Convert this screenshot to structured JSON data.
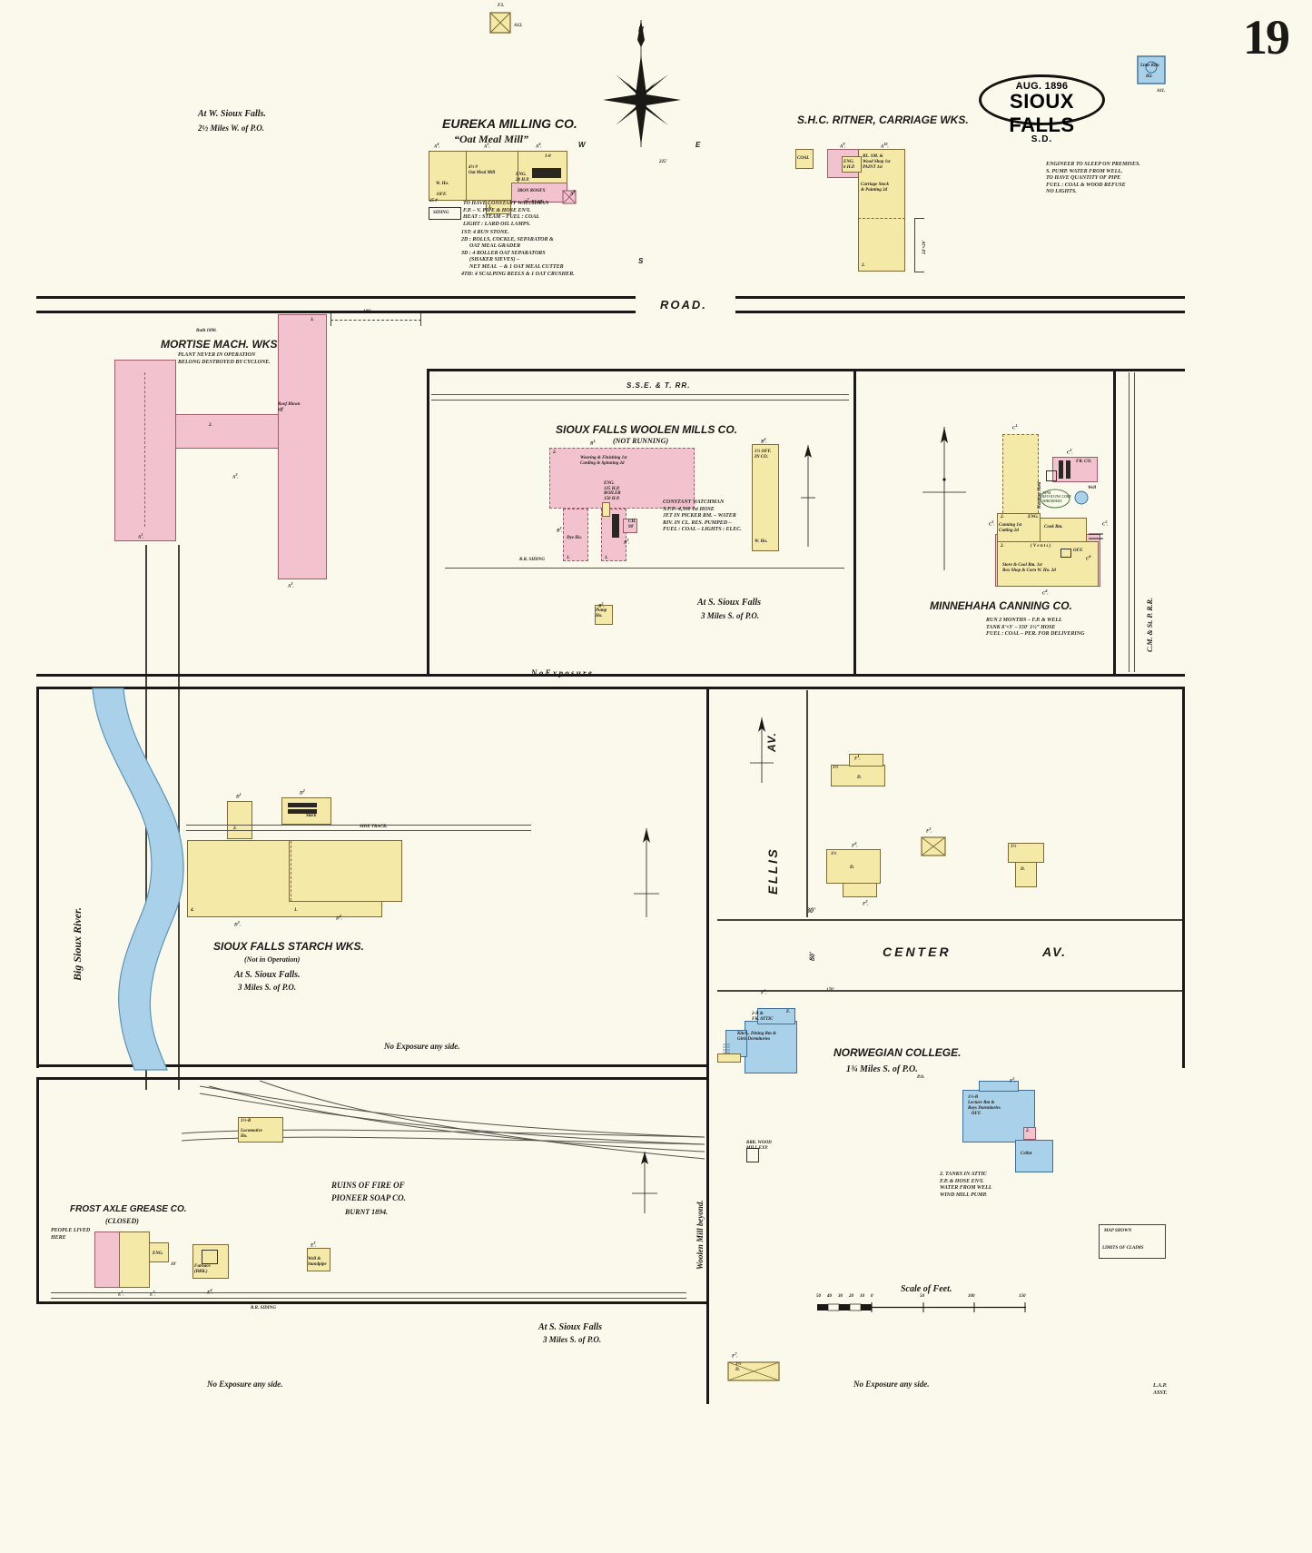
{
  "sheet": {
    "page_number": "19",
    "title": {
      "date": "AUG. 1896",
      "city": "SIOUX FALLS",
      "state": "S.D."
    },
    "corner_key": {
      "label": "Lime Kiln",
      "ref1": "H2.",
      "ref2": "A11."
    }
  },
  "sections": {
    "west_sioux_falls": {
      "line1": "At W. Sioux Falls.",
      "line2": "2½ Miles W. of P.O."
    },
    "eureka_milling": {
      "title": "EUREKA MILLING CO.",
      "subtitle": "“Oat Meal Mill”",
      "refs": [
        "A4.",
        "A5.",
        "A6.",
        "A7.",
        "A8."
      ],
      "rooms": [
        "4½ #\nOat Meal Mill",
        "W. Ho.",
        "OFF.",
        "25 #",
        "1-8",
        "ENG.\n20 H.P.",
        "IRON ROOFS",
        "A3 - FLAT.",
        "SIDING"
      ],
      "note": "TO HAVE CONSTANT WATCHMAN\nF.P. – V. PIPE & HOSE EN²L\nHEAT : STEAM – FUEL : COAL\nLIGHT : LARD OIL LAMPS.",
      "floor_note": "1ST: 4 RUN STONE.\n2D : ROLLS, COCKLE, SEPARATOR &\n      OAT MEAL GRADER\n3D : 4 ROLLER OAT SEPARATORS\n      (SHAKER SIEVES) –\n      NET MEAL  – & 1 OAT MEAL CUTTER\n4TH: 4 SCALPING REELS & 1 OAT CRUSHER."
    },
    "ritner_carriage": {
      "title": "S.H.C. RITNER, CARRIAGE WKS.",
      "refs": [
        "A9.",
        "A10.",
        "B1.",
        "B2."
      ],
      "rooms": [
        "COAL",
        "ENG.\n6 H.P.",
        "BL. SM. &\nWood Shop 1st\nPAINT 1st",
        "Carriage Stock\n& Painting 2d"
      ],
      "note": "ENGINEER TO SLEEP ON PREMISES.\nS. PUMP. WATER FROM WELL.\nTO HAVE QUANTITY OF PIPE\nFUEL : COAL & WOOD REFUSE\nNO LIGHTS."
    },
    "road_label": "ROAD.",
    "mortise": {
      "built": "Built 1890.",
      "title": "MORTISE MACH. WKS.",
      "note": "PLANT NEVER IN OPERATION\nBELONG DESTROYED BY CYCLONE.",
      "refs": [
        "A1.",
        "A2.",
        "A3.",
        "2.",
        "3."
      ],
      "roof_note": "ROOF BLOWN\nOFF",
      "dimension": "100'"
    },
    "woolen_mills": {
      "rr_label": "S.S.E. & T. RR.",
      "title": "SIOUX FALLS WOOLEN MILLS CO.",
      "status": "(NOT RUNNING)",
      "refs": [
        "B1.",
        "B2.",
        "B3.",
        "B4.",
        "B5."
      ],
      "rooms": [
        "Weaving & Finishing 1st\nCarding & Spinning 2d",
        "Dye Ho.",
        "W. Ho.",
        "1½ OFF.\nIN CO.",
        "Engine\n125 H.P.\nBoiler\n150 H.P.",
        "CH.\n90'",
        "Pump\nHo."
      ],
      "note": "CONSTANT WATCHMAN\nS.F.P.–4,500 1st HOSE\nJET IN PICKER RM. – WATER\nRIV. IN CL. RES. PUMPED –\nFUEL : COAL – LIGHTS : ELEC.",
      "siding": "R.R. SIDING",
      "caption_line1": "At S. Sioux Falls",
      "caption_line2": "3 Miles S. of P.O.",
      "exposure": "N o   E x p o s u r e ."
    },
    "minnehaha_canning": {
      "title": "MINNEHAHA CANNING CO.",
      "refs": [
        "C1.",
        "C2.",
        "C3.",
        "C4.",
        "C5.",
        "C6."
      ],
      "rooms": [
        "Husking Shed",
        "Canning 1st\nCutting 2d",
        "Cook Rm.",
        "(Vents)",
        "Store & Cool Rm. 1st\nBox Shop & Corn W. Ho. 2d",
        "OFF.",
        "ENG.",
        "FR. CO.",
        "TANK\nREVOLVING CORN\nSHREDDERS",
        "Well",
        "2."
      ],
      "note": "RUN 2 MONTHS – F.P. & WELL\nTANK 8'×3' – 150' 1½” HOSE\nFUEL : COAL – PER. FOR DELIVERING",
      "rr_label": "C.M. & St. P. R.R."
    },
    "starch_works": {
      "title": "SIOUX FALLS STARCH WKS.",
      "status": "(Not in Operation)",
      "caption_line1": "At S. Sioux Falls.",
      "caption_line2": "3 Miles S. of P.O.",
      "refs": [
        "D1.",
        "D2.",
        "D3.",
        "D4.",
        "4.",
        "2."
      ],
      "rooms": [
        "Stack"
      ],
      "side_track": "SIDE TRACK.",
      "exposure": "No Exposure any side.",
      "river": "Big Sioux River."
    },
    "ellis_center": {
      "ellis_av": "ELLIS",
      "ellis_av2": "AV.",
      "center_av": "CENTER",
      "center_av2": "AV.",
      "width_left": "80'",
      "width_mid": "80'",
      "refs": [
        "F1.",
        "F2.",
        "F3.",
        "F4.",
        "F5.",
        "F6.",
        "F7."
      ],
      "rooms": [
        "1½",
        "D.",
        "1½",
        "D."
      ]
    },
    "norwegian_college": {
      "title": "NORWEGIAN COLLEGE.",
      "caption": "1¾ Miles S. of P.O.",
      "refs": [
        "F5.",
        "F6."
      ],
      "bldg_a_lines": "2-B &\nFR. ATTIC",
      "bldg_a_main": "Kitch., Dining Rm &\nGirls Dormitories",
      "bldg_b_main": "1½-B\nLecture Rm &\nBoys Dormitories\nOFF.",
      "bldg_b_note": "2. TANKS IN ATTIC\nF.P. & HOSE EN²L\nWATER FROM WELL\nWIND MILL PUMP.",
      "cellar": "Cellar",
      "exposure": "No Exposure any side."
    },
    "frost_axle": {
      "title": "FROST AXLE GREASE CO.",
      "status": "(CLOSED)",
      "note": "PEOPLE LIVED\nHERE",
      "refs": [
        "E1.",
        "E2.",
        "E3.",
        "E4.",
        "10'"
      ],
      "rooms": [
        "ENG.",
        "FURNACE\n(BRICK.)",
        "WELL &\nSTANDPIPE"
      ],
      "rr_siding": "R.R. SIDING",
      "caption_line1": "At S. Sioux Falls",
      "caption_line2": "3 Miles S. of P.O.",
      "exposure": "No Exposure any side."
    },
    "pioneer_soap": {
      "line1": "RUINS OF FIRE OF",
      "line2": "PIONEER SOAP CO.",
      "line3": "BURNT 1894.",
      "locomotive": "LOCOMOTIVE\nHO.",
      "loco_ref": "1½-B",
      "woolen_beyond": "Woolen Mill beyond.",
      "mill_exp": "BRK. WOOD\nMILL EXP.",
      "no_exposure": "No Exposure any side."
    },
    "scale": {
      "label": "Scale of Feet.",
      "ticks": [
        "50",
        "40",
        "30",
        "20",
        "10",
        "0",
        "50",
        "100",
        "150"
      ]
    },
    "map_legend": {
      "line1": "MAP SHOWN",
      "line2": "LIMITS OF CLAIMS"
    },
    "signature": "L.A.P.\nASST."
  },
  "colors": {
    "yellow_frame": "#f5e9a8",
    "pink_brick": "#f2c3ce",
    "blue_stone": "#a9d2ea",
    "paper": "#fbf9ec",
    "ink": "#1b1916"
  }
}
